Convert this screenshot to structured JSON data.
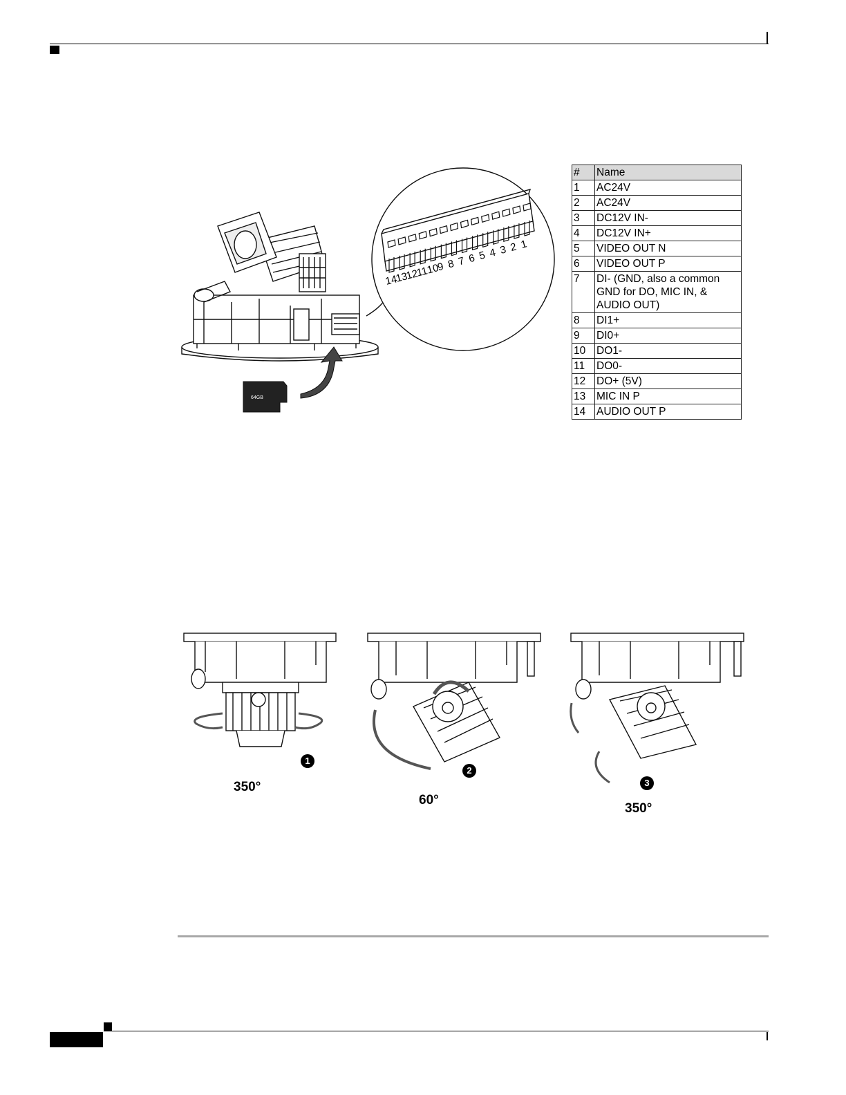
{
  "connector": {
    "pin_numbers": [
      "14",
      "13",
      "12",
      "11",
      "10",
      "9",
      "8",
      "7",
      "6",
      "5",
      "4",
      "3",
      "2",
      "1"
    ],
    "sd_card_text": "64GB"
  },
  "pin_table": {
    "headers": [
      "#",
      "Name"
    ],
    "rows": [
      {
        "num": "1",
        "name": "AC24V"
      },
      {
        "num": "2",
        "name": "AC24V"
      },
      {
        "num": "3",
        "name": "DC12V IN-"
      },
      {
        "num": "4",
        "name": "DC12V IN+"
      },
      {
        "num": "5",
        "name": "VIDEO OUT N"
      },
      {
        "num": "6",
        "name": "VIDEO OUT P"
      },
      {
        "num": "7",
        "name": "DI- (GND, also a common GND for DO, MIC IN, & AUDIO OUT)"
      },
      {
        "num": "8",
        "name": "DI1+"
      },
      {
        "num": "9",
        "name": "DI0+"
      },
      {
        "num": "10",
        "name": "DO1-"
      },
      {
        "num": "11",
        "name": "DO0-"
      },
      {
        "num": "12",
        "name": "DO+ (5V)"
      },
      {
        "num": "13",
        "name": "MIC IN  P"
      },
      {
        "num": "14",
        "name": "AUDIO OUT P"
      }
    ]
  },
  "adjustments": [
    {
      "step": "1",
      "angle": "350°"
    },
    {
      "step": "2",
      "angle": "60°"
    },
    {
      "step": "3",
      "angle": "350°"
    }
  ]
}
